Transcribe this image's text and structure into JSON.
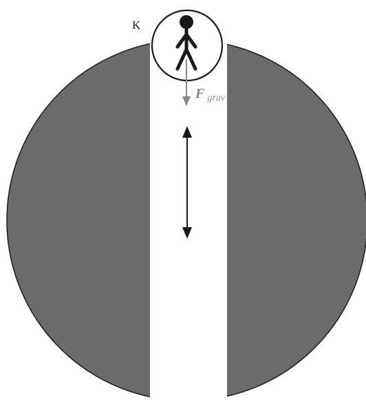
{
  "labels": {
    "point": "K",
    "force_symbol": "F",
    "force_subscript": "grav"
  },
  "icons": {
    "person": "stick-figure-icon",
    "gravity_arrow": "arrow-down-icon",
    "oscillation_arrow": "double-arrow-vertical-icon"
  },
  "colors": {
    "planet": "#6b6b6e",
    "tunnel": "#ffffff",
    "outline": "#1a1a1a",
    "force_arrow": "#888888",
    "oscillation_arrow": "#1a1a1a"
  }
}
